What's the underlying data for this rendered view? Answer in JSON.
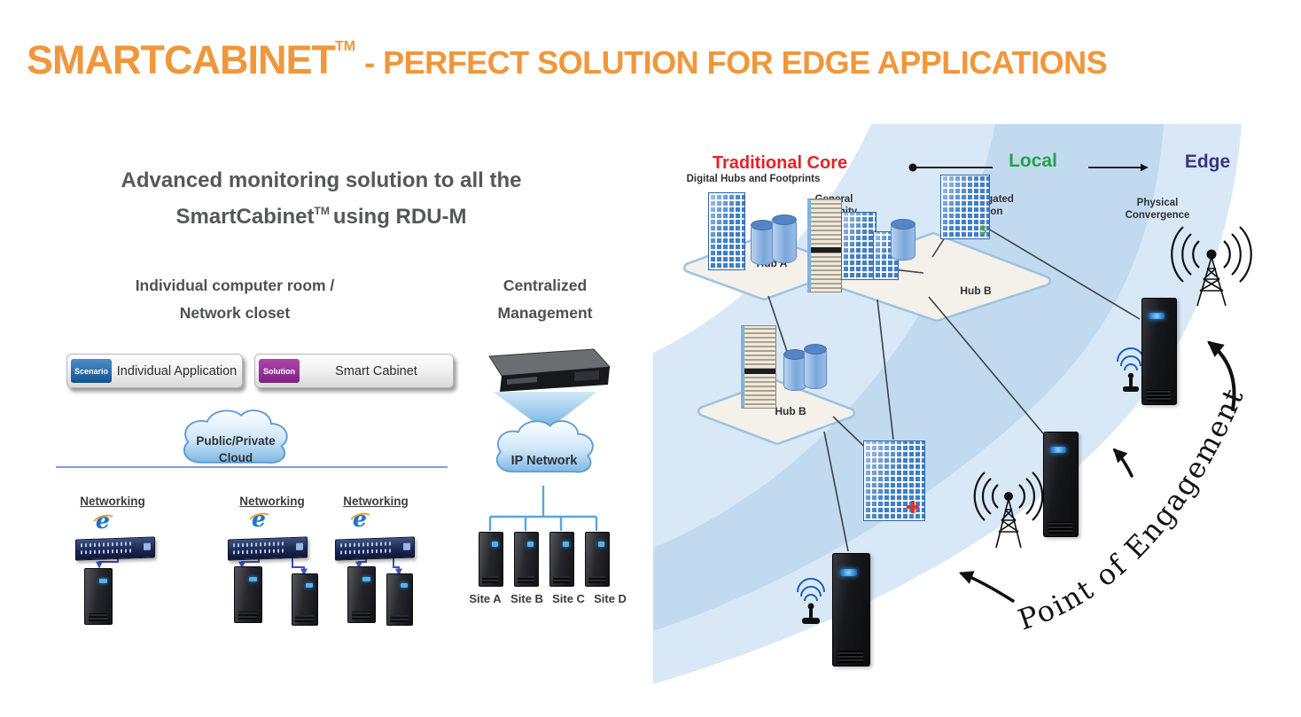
{
  "title": {
    "brand": "SMARTCABINET",
    "tm": "TM",
    "rest": "- PERFECT SOLUTION FOR EDGE APPLICATIONS"
  },
  "left": {
    "heading_line1": "Advanced monitoring solution to all the",
    "heading_line2_brand": "SmartCabinet",
    "heading_line2_tm": "TM",
    "heading_line2_rest": "using RDU-M",
    "col1_title_line1": "Individual computer room /",
    "col1_title_line2": "Network closet",
    "col2_title_line1": "Centralized",
    "col2_title_line2": "Management",
    "scenario_badge": "Scenario",
    "scenario_label": "Individual Application",
    "solution_badge": "Solution",
    "solution_label": "Smart Cabinet",
    "cloud_line1": "Public/Private",
    "cloud_line2": "Cloud",
    "networking": [
      "Networking",
      "Networking",
      "Networking"
    ],
    "ip_network": "IP Network",
    "sites": [
      "Site A",
      "Site B",
      "Site C",
      "Site D"
    ]
  },
  "right": {
    "zone_traditional_core": "Traditional Core",
    "zone_local": "Local",
    "zone_edge": "Edge",
    "digital_hubs": "Digital Hubs and Footprints",
    "general_proximity": [
      "General",
      "Proximity"
    ],
    "aggregated_region": [
      "Aggregated",
      "Region"
    ],
    "physical_convergence": [
      "Physical",
      "Convergence"
    ],
    "hub_a": "Hub A",
    "hub_b_center": "Hub B",
    "hub_b_lower": "Hub B",
    "point_of_engagement": "Point of Engagement",
    "dollar_sign": "$"
  },
  "colors": {
    "title_orange": "#F0973B",
    "subtitle_gray": "#56575A",
    "core_red": "#E32227",
    "local_green": "#23A14B",
    "edge_navy": "#37357F",
    "cable_blue": "#3A53C0",
    "network_line_blue": "#57A7DC",
    "scenario_badge_blue": "#14538F",
    "solution_badge_purple": "#93268F"
  }
}
